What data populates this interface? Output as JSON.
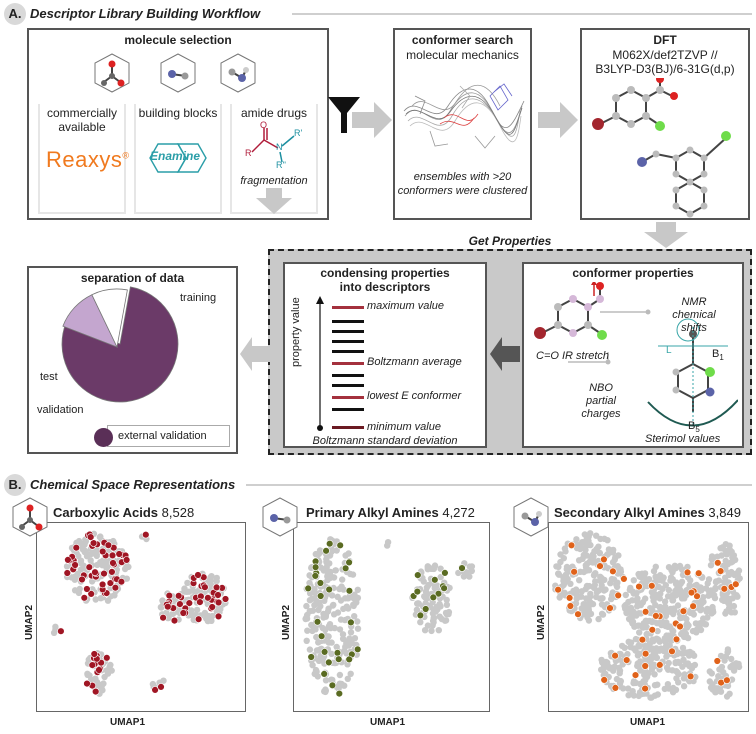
{
  "sectionA": {
    "badge": "A.",
    "title": "Descriptor Library Building Workflow",
    "molecule_selection": {
      "title": "molecule selection",
      "columns": [
        {
          "label": "commercially available",
          "brand": "Reaxys",
          "brand_mark": "®"
        },
        {
          "label": "building blocks",
          "brand": "Enamine"
        },
        {
          "label": "amide drugs",
          "note": "fragmentation"
        }
      ],
      "amide_atoms": {
        "o": "O",
        "r": "R",
        "n": "N",
        "r1": "R'",
        "r2": "R''"
      }
    },
    "conformer_search": {
      "title": "conformer search",
      "subtitle": "molecular mechanics",
      "note": "ensembles with >20 conformers were clustered"
    },
    "dft": {
      "title": "DFT",
      "method_line1": "M062X/def2TZVP //",
      "method_line2": "B3LYP-D3(BJ)/6-31G(d,p)"
    },
    "get_properties": {
      "title": "Get Properties",
      "condensing": {
        "title_line1": "condensing properties",
        "title_line2": "into descriptors",
        "axis_label": "property value",
        "labels": [
          "maximum value",
          "Boltzmann average",
          "lowest E conformer",
          "minimum value"
        ],
        "footer": "Boltzmann standard deviation"
      },
      "conformer_properties": {
        "title": "conformer properties",
        "nmr": [
          "NMR",
          "chemical",
          "shifts"
        ],
        "ir": "C=O IR stretch",
        "nbo": [
          "NBO",
          "partial",
          "charges"
        ],
        "sterimol": "Sterimol values",
        "sterimol_symbols": {
          "L": "L",
          "B1": "B",
          "B1_sub": "1",
          "B5": "B",
          "B5_sub": "5"
        }
      }
    },
    "separation": {
      "title": "separation of data",
      "labels": [
        "training",
        "test",
        "validation"
      ],
      "legend": "external validation",
      "colors": {
        "training": "#6b3a68",
        "test": "#c4a6cf",
        "validation": "#ffffff",
        "external": "#5a2f57"
      }
    }
  },
  "sectionB": {
    "badge": "B.",
    "title": "Chemical Space Representations",
    "plots": [
      {
        "name": "Carboxylic Acids",
        "count": "8,528",
        "color": "#a01624",
        "xlabel": "UMAP1",
        "ylabel": "UMAP2"
      },
      {
        "name": "Primary Alkyl Amines",
        "count": "4,272",
        "color": "#5a6b22",
        "xlabel": "UMAP1",
        "ylabel": "UMAP2"
      },
      {
        "name": "Secondary Alkyl Amines",
        "count": "3,849",
        "color": "#e0621a",
        "xlabel": "UMAP1",
        "ylabel": "UMAP2"
      }
    ]
  }
}
